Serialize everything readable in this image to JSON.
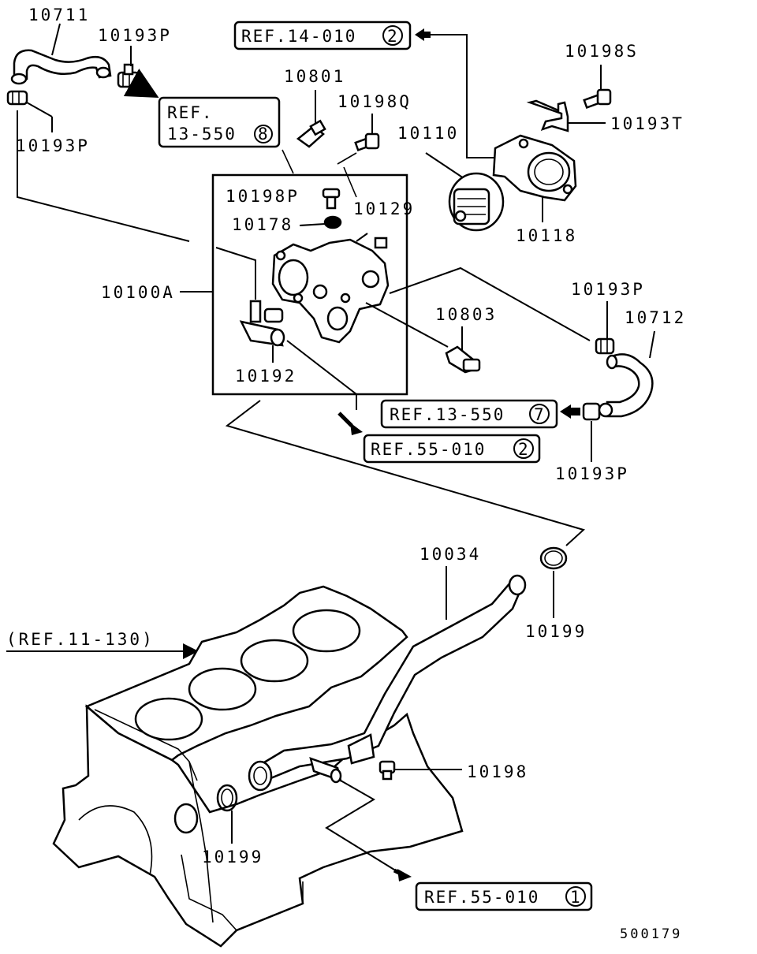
{
  "diagram": {
    "parts": {
      "p10711": "10711",
      "p10193P_a": "10193P",
      "p10193P_b": "10193P",
      "p10193P_c": "10193P",
      "p10193P_d": "10193P",
      "p10801": "10801",
      "p10198Q": "10198Q",
      "p10110": "10110",
      "p10198S": "10198S",
      "p10193T": "10193T",
      "p10118": "10118",
      "p10198P": "10198P",
      "p10178": "10178",
      "p10129": "10129",
      "p10100A": "10100A",
      "p10803": "10803",
      "p10192": "10192",
      "p10712": "10712",
      "p10034": "10034",
      "p10199_a": "10199",
      "p10199_b": "10199",
      "p10198": "10198"
    },
    "refs": {
      "ref_14_010": {
        "text": "REF.14-010",
        "num": "2"
      },
      "ref_13_550_8": {
        "line1": "REF.",
        "line2": "13-550",
        "num": "8"
      },
      "ref_13_550_7": {
        "text": "REF.13-550",
        "num": "7"
      },
      "ref_55_010_2": {
        "text": "REF.55-010",
        "num": "2"
      },
      "ref_55_010_1": {
        "text": "REF.55-010",
        "num": "1"
      },
      "ref_11_130": "(REF.11-130)"
    },
    "diagram_id": "500179"
  }
}
